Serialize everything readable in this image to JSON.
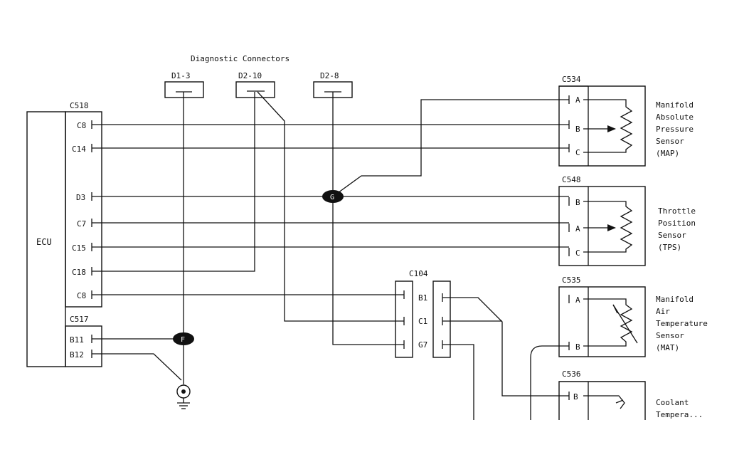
{
  "title": "Diagnostic Connectors",
  "diag_connectors": [
    "D1-3",
    "D2-10",
    "D2-8"
  ],
  "ecu": {
    "name": "ECU",
    "c518": {
      "name": "C518",
      "pins": [
        "C8",
        "C14",
        "D3",
        "C7",
        "C15",
        "C18",
        "C8"
      ]
    },
    "c517": {
      "name": "C517",
      "pins": [
        "B11",
        "B12"
      ]
    }
  },
  "c104": {
    "name": "C104",
    "pins": [
      "B1",
      "C1",
      "G7"
    ]
  },
  "splices": [
    "G",
    "F"
  ],
  "sensors": [
    {
      "connector": "C534",
      "pins": [
        "A",
        "B",
        "C"
      ],
      "name_lines": [
        "Manifold",
        "Absolute",
        "Pressure",
        "Sensor",
        "(MAP)"
      ]
    },
    {
      "connector": "C548",
      "pins": [
        "B",
        "A",
        "C"
      ],
      "name_lines": [
        "Throttle",
        "Position",
        "Sensor",
        "(TPS)"
      ]
    },
    {
      "connector": "C535",
      "pins": [
        "A",
        "B"
      ],
      "name_lines": [
        "Manifold",
        "Air",
        "Temperature",
        "Sensor",
        "(MAT)"
      ]
    },
    {
      "connector": "C536",
      "pins": [
        "B"
      ],
      "name_lines": [
        "Coolant",
        "Tempera..."
      ]
    }
  ]
}
